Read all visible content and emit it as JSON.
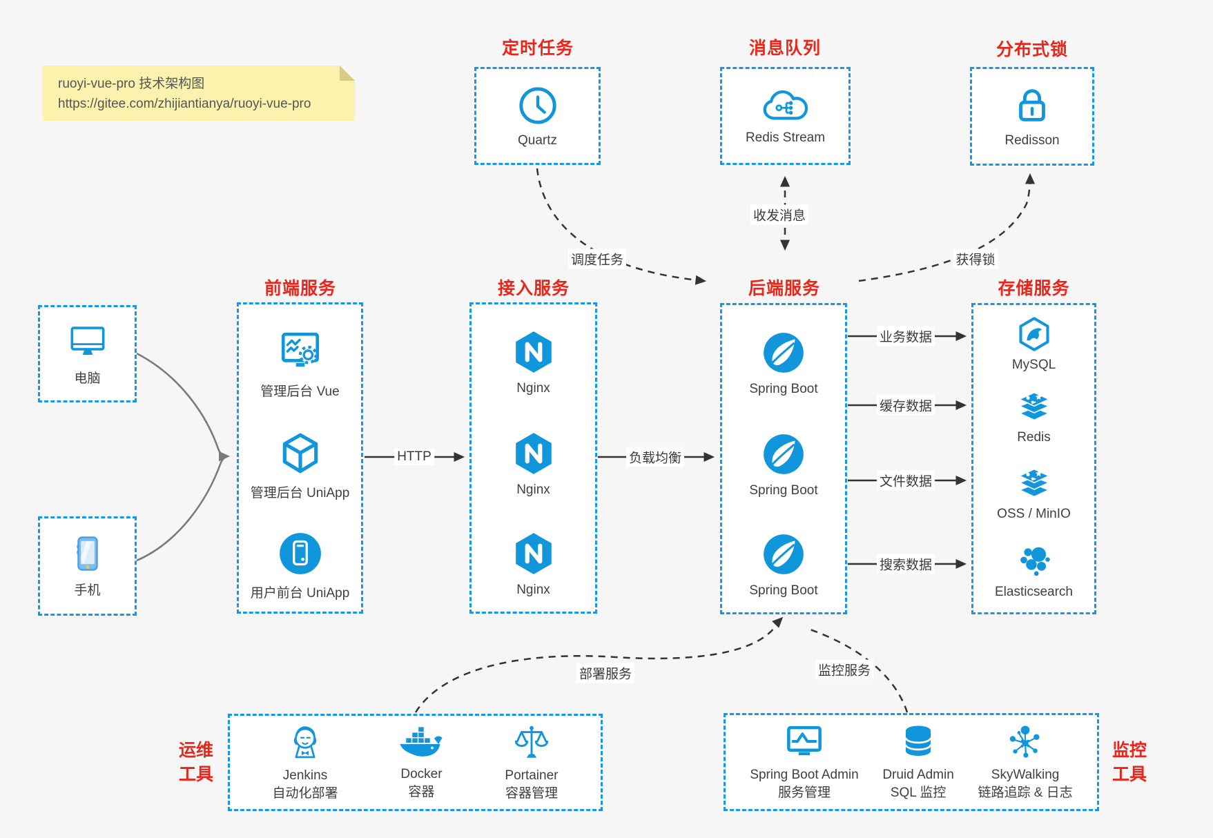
{
  "note": {
    "title": "ruoyi-vue-pro 技术架构图",
    "url": "https://gitee.com/zhijiantianya/ruoyi-vue-pro"
  },
  "clients": {
    "computer": {
      "label": "电脑",
      "icon": "desktop-icon"
    },
    "phone": {
      "label": "手机",
      "icon": "smartphone-icon"
    }
  },
  "groups": {
    "scheduler": {
      "title": "定时任务",
      "item": {
        "label": "Quartz",
        "icon": "clock-icon"
      }
    },
    "mq": {
      "title": "消息队列",
      "item": {
        "label": "Redis Stream",
        "icon": "cloud-hub-icon"
      }
    },
    "lock": {
      "title": "分布式锁",
      "item": {
        "label": "Redisson",
        "icon": "lock-icon"
      }
    },
    "frontend": {
      "title": "前端服务",
      "items": [
        {
          "label": "管理后台 Vue",
          "icon": "admin-vue-icon"
        },
        {
          "label": "管理后台 UniApp",
          "icon": "cube-icon"
        },
        {
          "label": "用户前台 UniApp",
          "icon": "phone-circle-icon"
        }
      ]
    },
    "gateway": {
      "title": "接入服务",
      "items": [
        {
          "label": "Nginx",
          "icon": "nginx-icon"
        },
        {
          "label": "Nginx",
          "icon": "nginx-icon"
        },
        {
          "label": "Nginx",
          "icon": "nginx-icon"
        }
      ]
    },
    "backend": {
      "title": "后端服务",
      "items": [
        {
          "label": "Spring Boot",
          "icon": "spring-icon"
        },
        {
          "label": "Spring Boot",
          "icon": "spring-icon"
        },
        {
          "label": "Spring Boot",
          "icon": "spring-icon"
        }
      ]
    },
    "storage": {
      "title": "存储服务",
      "items": [
        {
          "label": "MySQL",
          "icon": "mysql-icon"
        },
        {
          "label": "Redis",
          "icon": "redis-stack-icon"
        },
        {
          "label": "OSS / MinIO",
          "icon": "redis-stack-icon"
        },
        {
          "label": "Elasticsearch",
          "icon": "elasticsearch-icon"
        }
      ]
    },
    "ops": {
      "title_line1": "运维",
      "title_line2": "工具",
      "items": [
        {
          "name": "Jenkins",
          "desc": "自动化部署",
          "icon": "jenkins-icon"
        },
        {
          "name": "Docker",
          "desc": "容器",
          "icon": "docker-icon"
        },
        {
          "name": "Portainer",
          "desc": "容器管理",
          "icon": "portainer-icon"
        }
      ]
    },
    "monitoring": {
      "title_line1": "监控",
      "title_line2": "工具",
      "items": [
        {
          "name": "Spring Boot Admin",
          "desc": "服务管理",
          "icon": "sba-icon"
        },
        {
          "name": "Druid Admin",
          "desc": "SQL 监控",
          "icon": "druid-icon"
        },
        {
          "name": "SkyWalking",
          "desc": "链路追踪 & 日志",
          "icon": "skywalking-icon"
        }
      ]
    }
  },
  "edges": {
    "http": "HTTP",
    "load_balance": "负载均衡",
    "business_data": "业务数据",
    "cache_data": "缓存数据",
    "file_data": "文件数据",
    "search_data": "搜索数据",
    "schedule_job": "调度任务",
    "send_receive_msg": "收发消息",
    "acquire_lock": "获得锁",
    "deploy_service": "部署服务",
    "monitor_service": "监控服务"
  },
  "colors": {
    "icon_blue": "#1296db",
    "box_border_blue": "#1598e3",
    "title_red": "#e8261a",
    "note_yellow": "#faf2ad",
    "arrow_black": "#333333",
    "arrow_gray": "#7a7a7a",
    "background": "#f6f6f7"
  }
}
